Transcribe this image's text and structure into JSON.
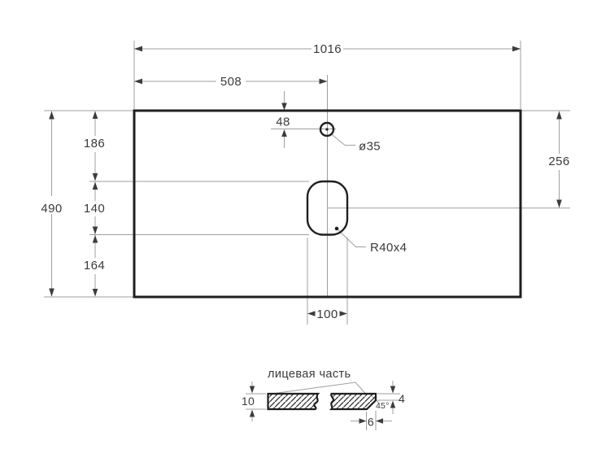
{
  "drawing": {
    "type": "countertop technical drawing",
    "colors": {
      "background": "#ffffff",
      "object_line": "#1f1f1f",
      "dimension_line": "#9f9f9f",
      "text": "#3a3a3a"
    },
    "plan_view": {
      "total_width": "1016",
      "center_offset": "508",
      "hole_offset_top": "48",
      "hole_diameter": "ø35",
      "total_depth": "490",
      "depth_segment_top": "186",
      "depth_segment_middle": "140",
      "depth_segment_bottom": "164",
      "top_edge_to_cutout_center": "256",
      "cutout_width": "100",
      "cutout_corner_radius": "R40x4"
    },
    "section_view": {
      "face_label": "лицевая часть",
      "thickness": "10",
      "edge_height": "4",
      "chamfer_width": "6",
      "chamfer_angle": "45°"
    }
  }
}
